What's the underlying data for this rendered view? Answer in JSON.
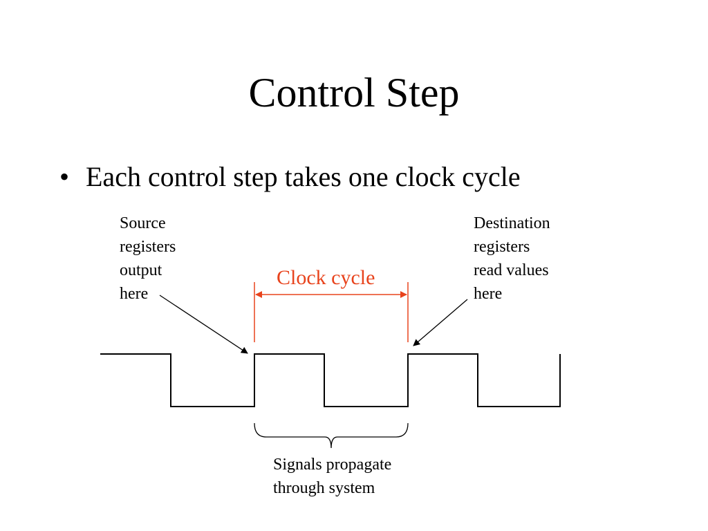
{
  "slide": {
    "title": "Control Step",
    "bullets": [
      {
        "marker": "•",
        "text": "Each control step takes one clock cycle"
      }
    ]
  },
  "diagram": {
    "source_note": [
      "Source",
      "registers",
      "output",
      "here"
    ],
    "destination_note": [
      "Destination",
      "registers",
      "read values",
      "here"
    ],
    "clock_cycle_label": "Clock cycle",
    "propagate_note": [
      "Signals propagate",
      "through system"
    ],
    "colors": {
      "clock_cycle": "#e8431c",
      "waveform": "#000000",
      "text": "#000000"
    }
  }
}
